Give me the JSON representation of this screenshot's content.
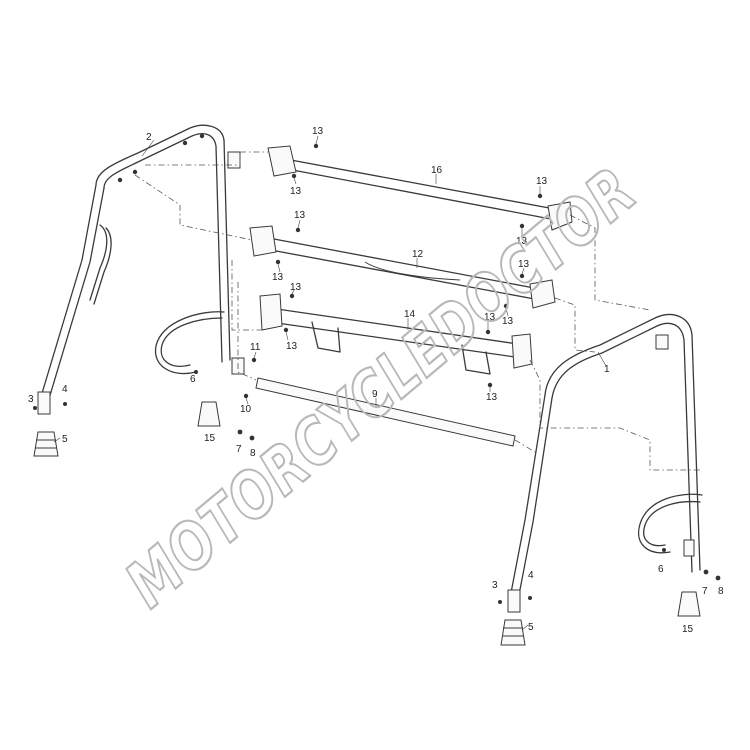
{
  "watermark": "MOTORCYCLEDOCTOR",
  "callouts": [
    {
      "id": "c1",
      "label": "1"
    },
    {
      "id": "c2",
      "label": "2"
    },
    {
      "id": "c3a",
      "label": "3"
    },
    {
      "id": "c3b",
      "label": "3"
    },
    {
      "id": "c4a",
      "label": "4"
    },
    {
      "id": "c4b",
      "label": "4"
    },
    {
      "id": "c5a",
      "label": "5"
    },
    {
      "id": "c5b",
      "label": "5"
    },
    {
      "id": "c6a",
      "label": "6"
    },
    {
      "id": "c6b",
      "label": "6"
    },
    {
      "id": "c7a",
      "label": "7"
    },
    {
      "id": "c7b",
      "label": "7"
    },
    {
      "id": "c8a",
      "label": "8"
    },
    {
      "id": "c8b",
      "label": "8"
    },
    {
      "id": "c9",
      "label": "9"
    },
    {
      "id": "c10",
      "label": "10"
    },
    {
      "id": "c11",
      "label": "11"
    },
    {
      "id": "c12",
      "label": "12"
    },
    {
      "id": "c13a",
      "label": "13"
    },
    {
      "id": "c13b",
      "label": "13"
    },
    {
      "id": "c13c",
      "label": "13"
    },
    {
      "id": "c13d",
      "label": "13"
    },
    {
      "id": "c13e",
      "label": "13"
    },
    {
      "id": "c13f",
      "label": "13"
    },
    {
      "id": "c13g",
      "label": "13"
    },
    {
      "id": "c13h",
      "label": "13"
    },
    {
      "id": "c13i",
      "label": "13"
    },
    {
      "id": "c13j",
      "label": "13"
    },
    {
      "id": "c13k",
      "label": "13"
    },
    {
      "id": "c13l",
      "label": "13"
    },
    {
      "id": "c14",
      "label": "14"
    },
    {
      "id": "c15a",
      "label": "15"
    },
    {
      "id": "c15b",
      "label": "15"
    },
    {
      "id": "c16",
      "label": "16"
    }
  ]
}
